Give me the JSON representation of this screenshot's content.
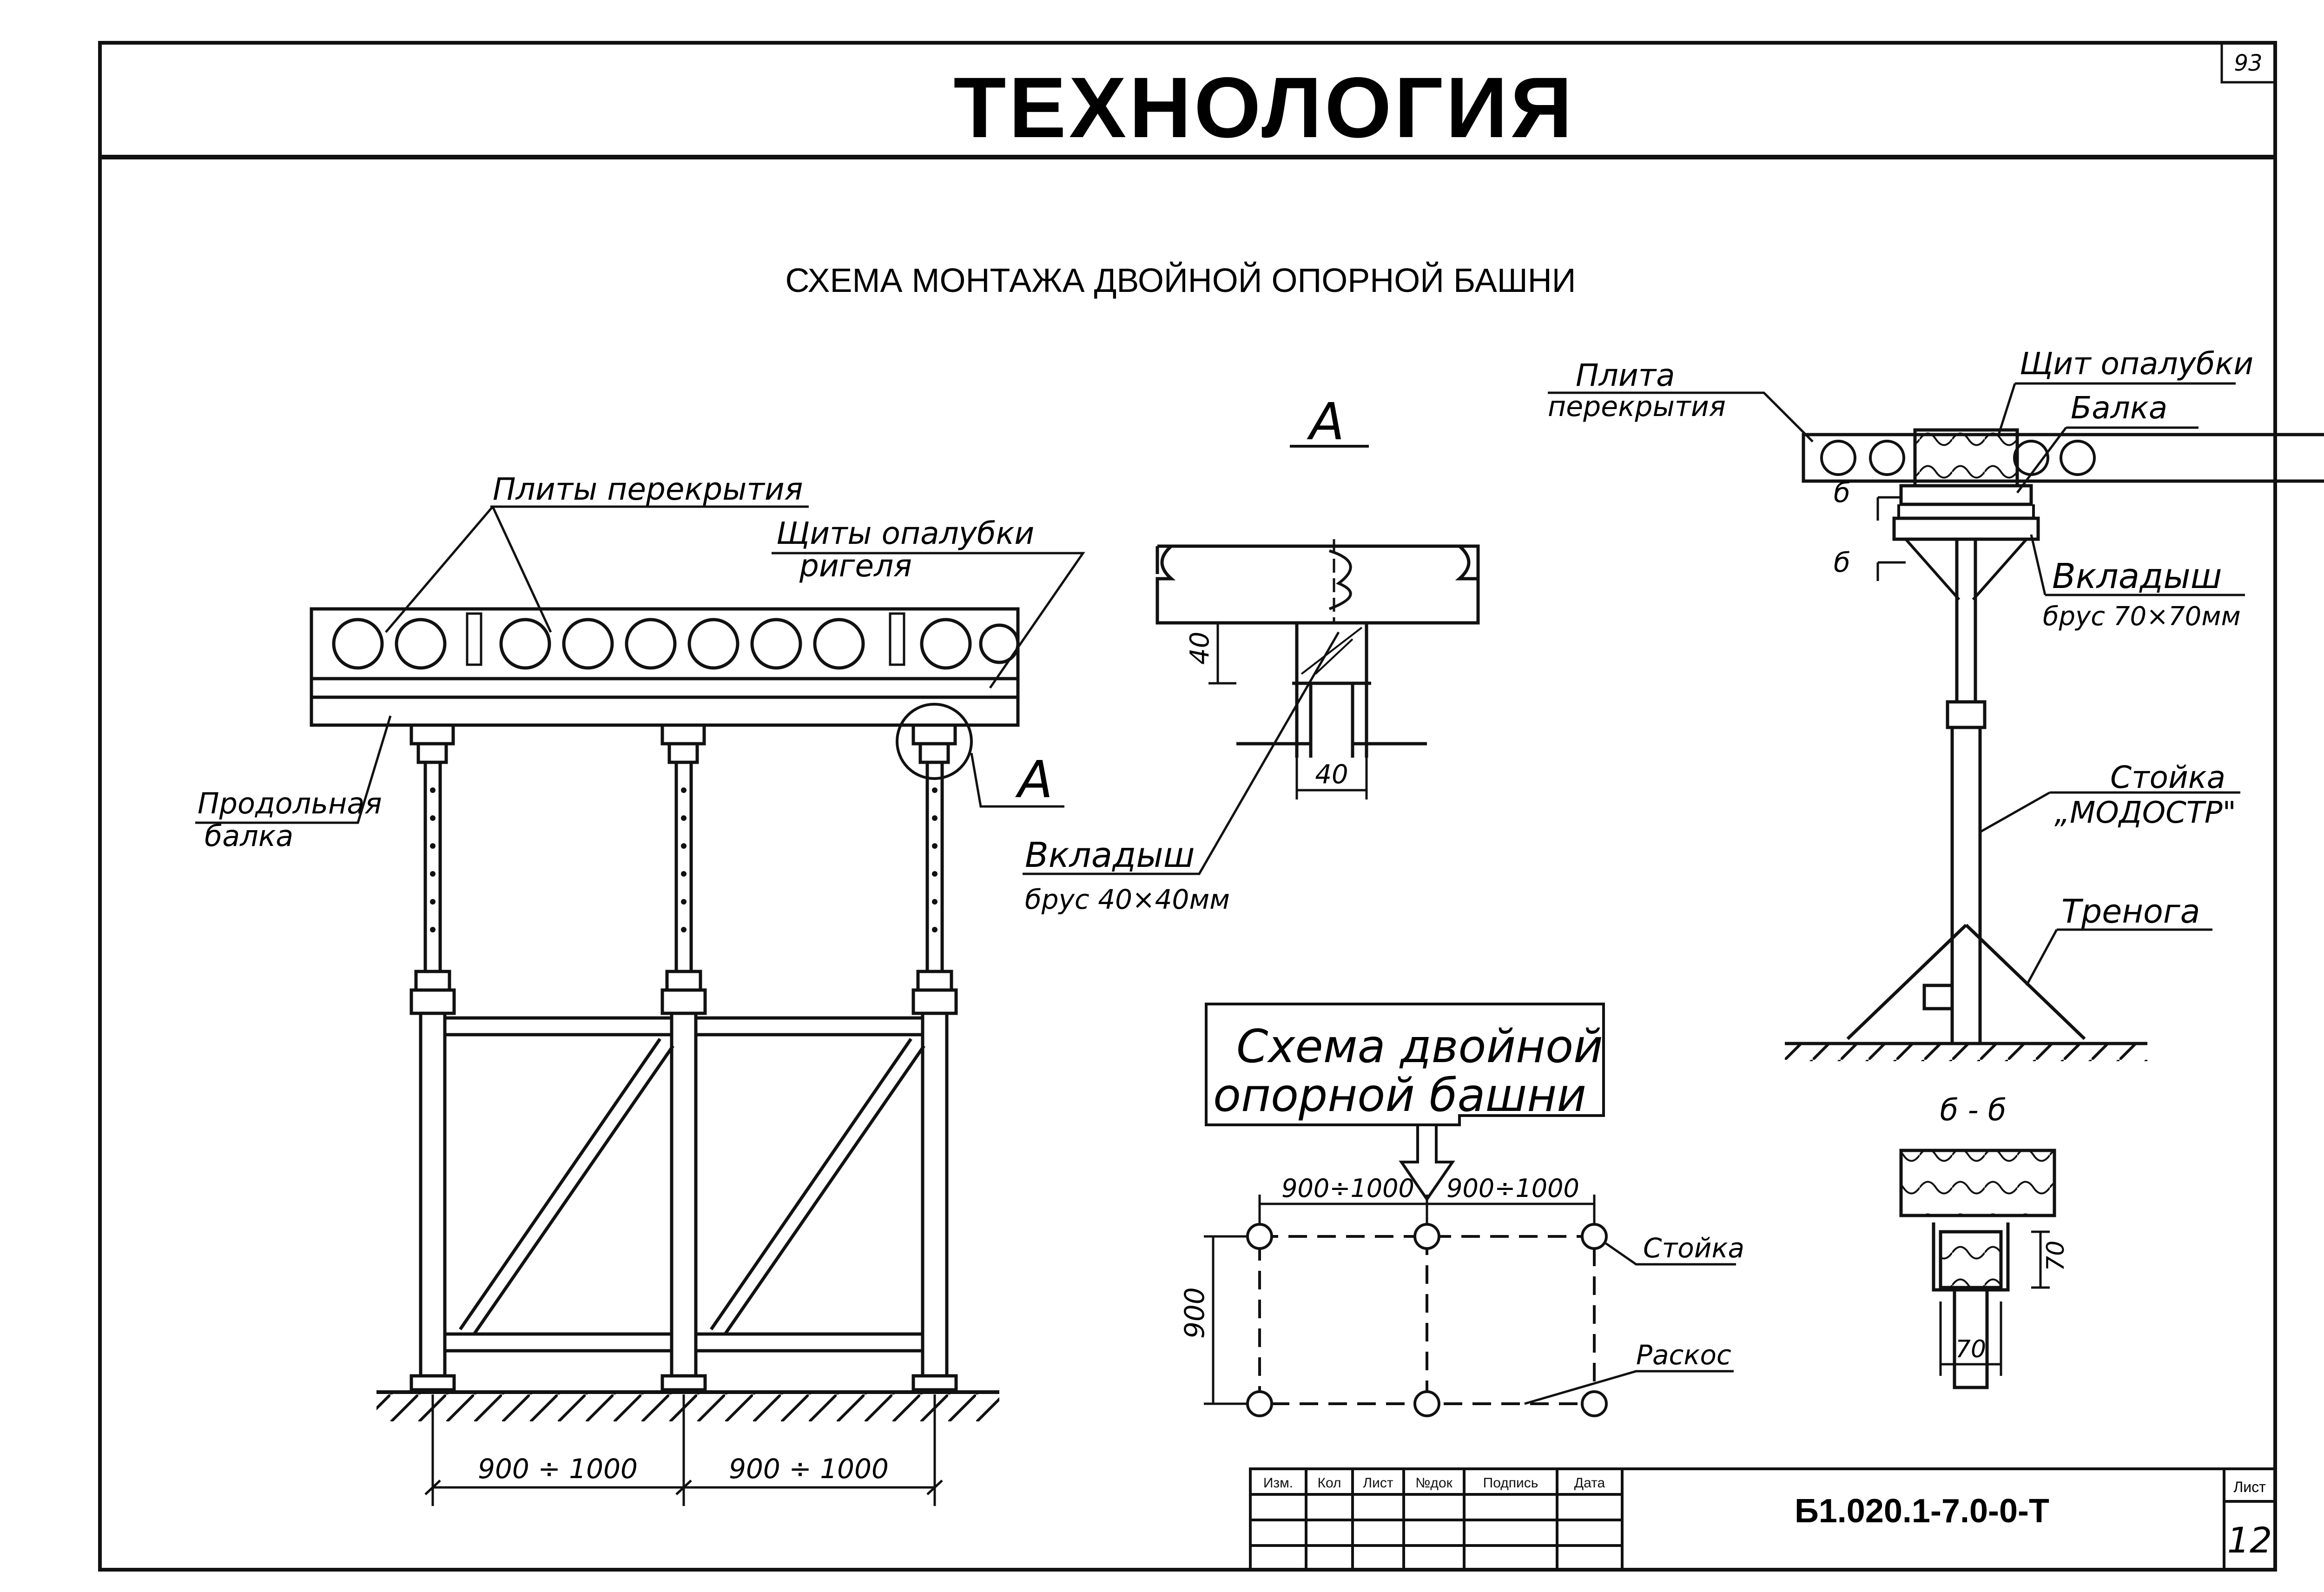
{
  "header": {
    "title": "ТЕХНОЛОГИЯ",
    "page_number": "93"
  },
  "drawing": {
    "title": "СХЕМА МОНТАЖА ДВОЙНОЙ ОПОРНОЙ БАШНИ",
    "main_view": {
      "label_slabs": "Плиты перекрытия",
      "label_formwork_1": "Щиты опалубки",
      "label_formwork_2": "ригеля",
      "label_beam_1": "Продольная",
      "label_beam_2": "балка",
      "callout": "А",
      "dim_left": "900 ÷ 1000",
      "dim_right": "900 ÷ 1000"
    },
    "detail_a": {
      "title": "А",
      "dim_vertical": "40",
      "dim_horizontal": "40",
      "label_insert": "Вкладыш",
      "label_insert_spec": "брус 40×40мм"
    },
    "prop_view": {
      "label_slab_1": "Плита",
      "label_slab_2": "перекрытия",
      "label_formwork": "Щит опалубки",
      "label_beam": "Балка",
      "label_insert": "Вкладыш",
      "label_insert_spec": "брус 70×70мм",
      "label_prop_1": "Стойка",
      "label_prop_2": "„МОДОСТР\"",
      "label_tripod": "Тренога",
      "section_mark_1": "б",
      "section_mark_2": "б"
    },
    "section_bb": {
      "title": "б - б",
      "dim_vertical": "70",
      "dim_horizontal": "70"
    },
    "scheme": {
      "title_1": "Схема двойной",
      "title_2": "опорной башни",
      "dim_top_left": "900÷1000",
      "dim_top_right": "900÷1000",
      "dim_side": "900",
      "label_prop": "Стойка",
      "label_brace": "Раскос"
    }
  },
  "title_block": {
    "headers": [
      "Изм.",
      "Кол",
      "Лист",
      "№док",
      "Подпись",
      "Дата"
    ],
    "code": "Б1.020.1-7.0-0-Т",
    "sheet_label": "Лист",
    "sheet_number": "12"
  }
}
